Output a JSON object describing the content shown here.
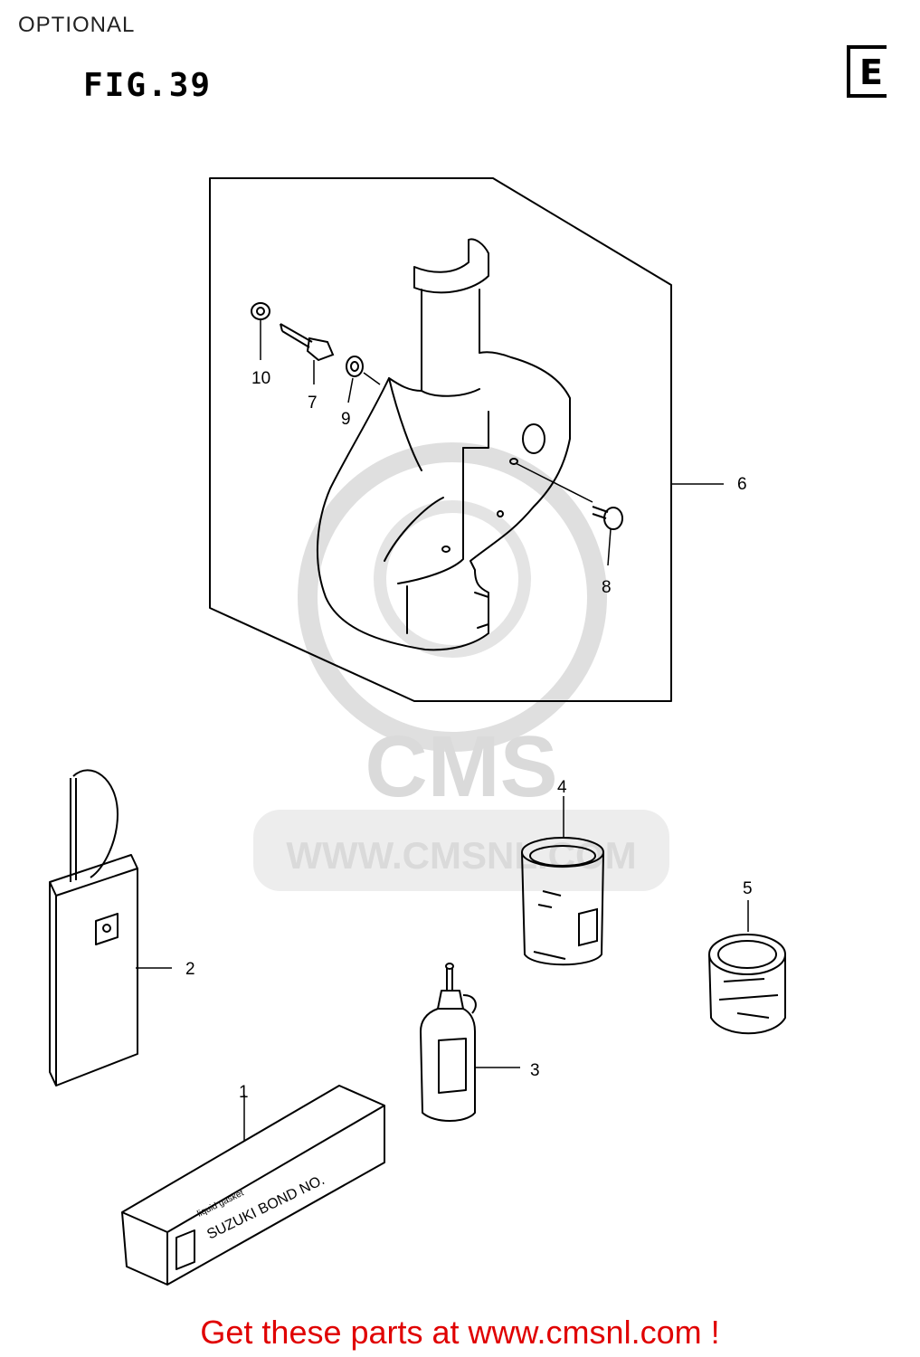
{
  "header": {
    "section": "OPTIONAL",
    "figure": "FIG.39",
    "corner_letter": "E"
  },
  "watermark": {
    "brand": "CMS",
    "url": "WWW.CMSNL.COM"
  },
  "callouts": {
    "c1": "1",
    "c2": "2",
    "c3": "3",
    "c4": "4",
    "c5": "5",
    "c6": "6",
    "c7": "7",
    "c8": "8",
    "c9": "9",
    "c10": "10"
  },
  "labels": {
    "bond_box_text": "SUZUKI BOND NO.",
    "bond_box_small": "liquid gasket"
  },
  "footer": {
    "link_text": "Get these parts at www.cmsnl.com !"
  },
  "colors": {
    "footer": "#e00000",
    "watermark": "#d6d6d6",
    "line": "#000000"
  }
}
